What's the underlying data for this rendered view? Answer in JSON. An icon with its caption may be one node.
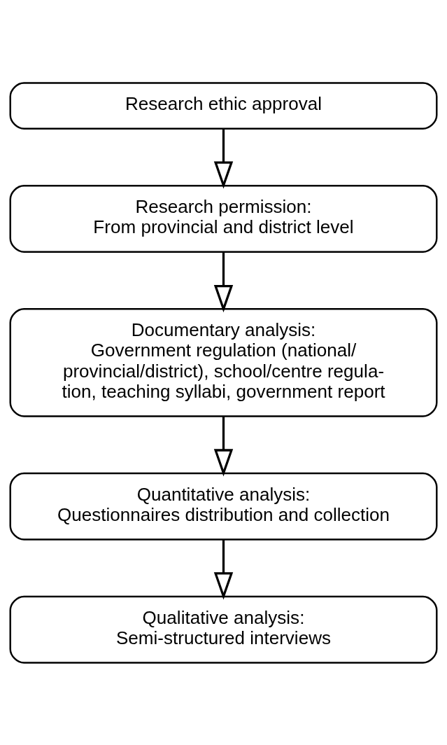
{
  "diagram": {
    "nodes": [
      {
        "text": [
          "Research ethic approval"
        ]
      },
      {
        "text": [
          "Research permission:",
          "From provincial and district level"
        ]
      },
      {
        "text": [
          "Documentary analysis:",
          "Government regulation (national/ provincial/district), school/centre regula- tion, teaching syllabi, government report"
        ]
      },
      {
        "text": [
          "Quantitative analysis:",
          "Questionnaires distribution and collection"
        ]
      },
      {
        "text": [
          "Qualitative analysis:",
          "Semi-structured interviews"
        ]
      }
    ],
    "edges": [
      {
        "from": 0,
        "to": 1,
        "arrow": "to"
      },
      {
        "from": 1,
        "to": 2,
        "arrow": "to"
      },
      {
        "from": 2,
        "to": 3,
        "arrow": "to"
      },
      {
        "from": 3,
        "to": 4,
        "arrow": "to"
      }
    ]
  }
}
